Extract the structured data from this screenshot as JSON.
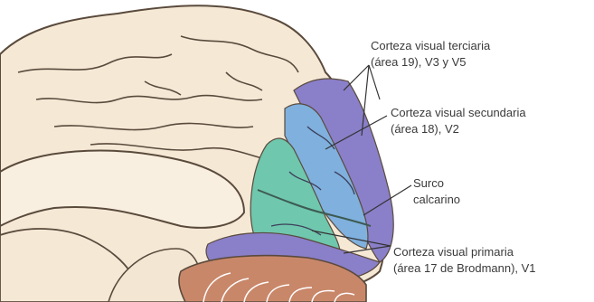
{
  "labels": {
    "tertiary_line1": "Corteza visual terciaria",
    "tertiary_line2": "(área 19), V3 y V5",
    "secondary_line1": "Corteza visual secundaria",
    "secondary_line2": "(área 18), V2",
    "sulcus_line1": "Surco",
    "sulcus_line2": "calcarino",
    "primary_line1": "Corteza visual primaria",
    "primary_line2": "(área 17 de Brodmann), V1"
  },
  "colors": {
    "cortex": "#f5e9d6",
    "outline": "#5a4a3c",
    "tertiary_area": "#8a7fc9",
    "secondary_area": "#7fb0de",
    "primary_area": "#6fc7ad",
    "cerebellum": "#c9876a",
    "leader_line": "#333333"
  }
}
